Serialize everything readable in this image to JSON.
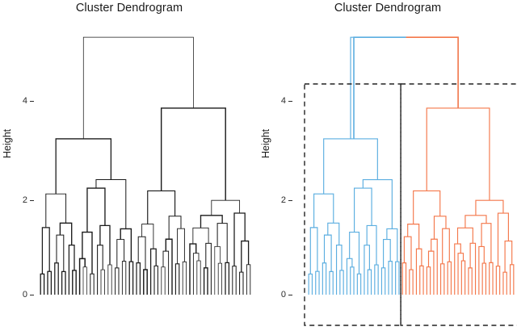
{
  "figure": {
    "panels": [
      {
        "id": "left",
        "title": "Cluster Dendrogram",
        "axis_label": "Height",
        "colored": false
      },
      {
        "id": "right",
        "title": "Cluster Dendrogram",
        "axis_label": "Height",
        "colored": true
      }
    ]
  },
  "chart_data": {
    "type": "line",
    "subtype": "dendrogram",
    "title": "Cluster Dendrogram",
    "panel_count": 2,
    "xlabel": "",
    "ylabel": "Height",
    "ylim": [
      0,
      5.6
    ],
    "yticks": [
      0,
      2,
      4
    ],
    "ytick_labels": [
      "0",
      "2",
      "4"
    ],
    "grid": false,
    "legend": "none",
    "n_leaves": 60,
    "k_clusters": 2,
    "cluster_colors": {
      "cluster_1": "#5BAEE0",
      "cluster_2": "#F4774A",
      "uncolored": "#1a1a1a",
      "rect_border": "#222222"
    },
    "cluster_sizes": [
      27,
      33
    ],
    "root_height": 5.45,
    "cut_height": 4.4,
    "annotations": [
      {
        "type": "dashed-rect",
        "cluster": 1,
        "x_range_leaves": [
          1,
          27
        ],
        "y_top": 4.4,
        "y_bottom": -0.8
      },
      {
        "type": "dashed-rect",
        "cluster": 2,
        "x_range_leaves": [
          28,
          60
        ],
        "y_top": 4.4,
        "y_bottom": -0.8
      }
    ],
    "merge_heights": [
      0.18,
      0.22,
      0.09,
      0.3,
      0.45,
      0.12,
      0.26,
      0.52,
      0.7,
      0.33,
      0.15,
      0.41,
      0.24,
      0.6,
      0.38,
      0.19,
      0.86,
      0.5,
      0.28,
      0.63,
      0.35,
      0.73,
      0.44,
      0.21,
      0.95,
      0.57,
      0.31,
      1.05,
      0.48,
      0.66,
      0.17,
      0.8,
      0.39,
      1.18,
      0.55,
      0.27,
      0.91,
      0.62,
      1.32,
      0.43,
      1.48,
      0.75,
      1.12,
      0.58,
      1.6,
      0.88,
      1.25,
      1.72,
      1.05,
      1.95,
      1.4,
      2.18,
      1.55,
      2.35,
      1.85,
      2.2,
      2.55,
      3.05,
      3.3,
      5.45
    ],
    "leaf_order_note": "60 observations, agglomerative hierarchical clustering, cut into 2 clusters at height 4.4"
  }
}
